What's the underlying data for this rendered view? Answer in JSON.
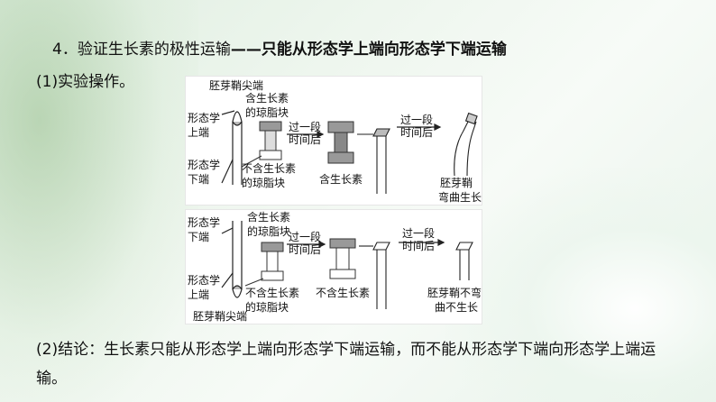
{
  "heading": {
    "number": "4．",
    "normal": "验证生长素的极性运输",
    "bold": "——只能从形态学上端向形态学下端运输"
  },
  "subheading": "(1)实验操作。",
  "diagram1": {
    "tip_label": "胚芽鞘尖端",
    "upper_end": [
      "形态学",
      "上端"
    ],
    "lower_end": [
      "形态学",
      "下端"
    ],
    "block_with": [
      "含生长素",
      "的琼脂块"
    ],
    "block_without": [
      "不含生长素",
      "的琼脂块"
    ],
    "arrow1": [
      "过一段",
      "时间后"
    ],
    "middle_label": "含生长素",
    "arrow2": [
      "过一段",
      "时间后"
    ],
    "result": [
      "胚芽鞘",
      "弯曲生长"
    ]
  },
  "diagram2": {
    "upper_end": [
      "形态学",
      "下端"
    ],
    "lower_end": [
      "形态学",
      "上端"
    ],
    "tip_label": "胚芽鞘尖端",
    "block_with": [
      "含生长素",
      "的琼脂块"
    ],
    "block_without": [
      "不含生长素",
      "的琼脂块"
    ],
    "arrow1": [
      "过一段",
      "时间后"
    ],
    "middle_label": "不含生长素",
    "arrow2": [
      "过一段",
      "时间后"
    ],
    "result": [
      "胚芽鞘不弯",
      "曲不生长"
    ]
  },
  "conclusion": "(2)结论：生长素只能从形态学上端向形态学下端运输，而不能从形态学下端向形态学上端运输。"
}
